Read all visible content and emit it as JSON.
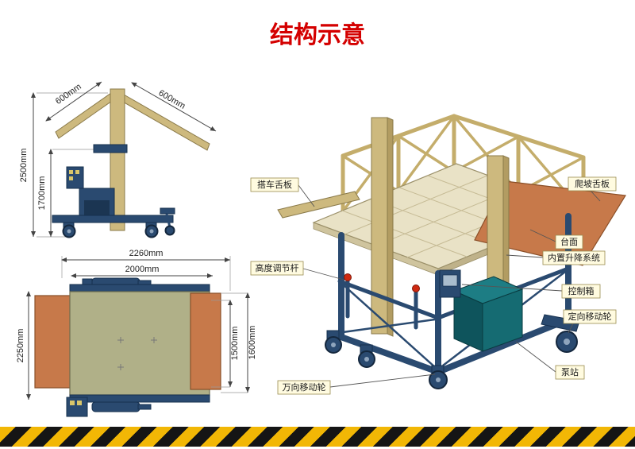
{
  "title": "结构示意",
  "colors": {
    "title_red": "#d40000",
    "frame_navy": "#2a4a70",
    "wood_tan": "#cdb97e",
    "deck_cream": "#e9e2c6",
    "plate_orange": "#c7794a",
    "pump_teal": "#156b72",
    "hazard_yellow": "#f2b705",
    "hazard_black": "#151515"
  },
  "side_view": {
    "dim_left_plate": "600mm",
    "dim_right_plate": "600mm",
    "dim_total_height": "2500mm",
    "dim_platform_height": "1700mm"
  },
  "top_view": {
    "dim_outer_width": "2260mm",
    "dim_inner_width": "2000mm",
    "dim_outer_length": "2250mm",
    "dim_inner_length": "1500mm",
    "dim_mid_length": "1600mm"
  },
  "iso_view": {
    "labels": {
      "truck_lip": "搭车舌板",
      "ramp_lip": "爬坡舌板",
      "table_top": "台面",
      "lift_system": "内置升降系统",
      "height_rod": "高度调节杆",
      "control_box": "控制箱",
      "fixed_wheel": "定向移动轮",
      "pump_station": "泵站",
      "swivel_wheel": "万向移动轮"
    }
  }
}
